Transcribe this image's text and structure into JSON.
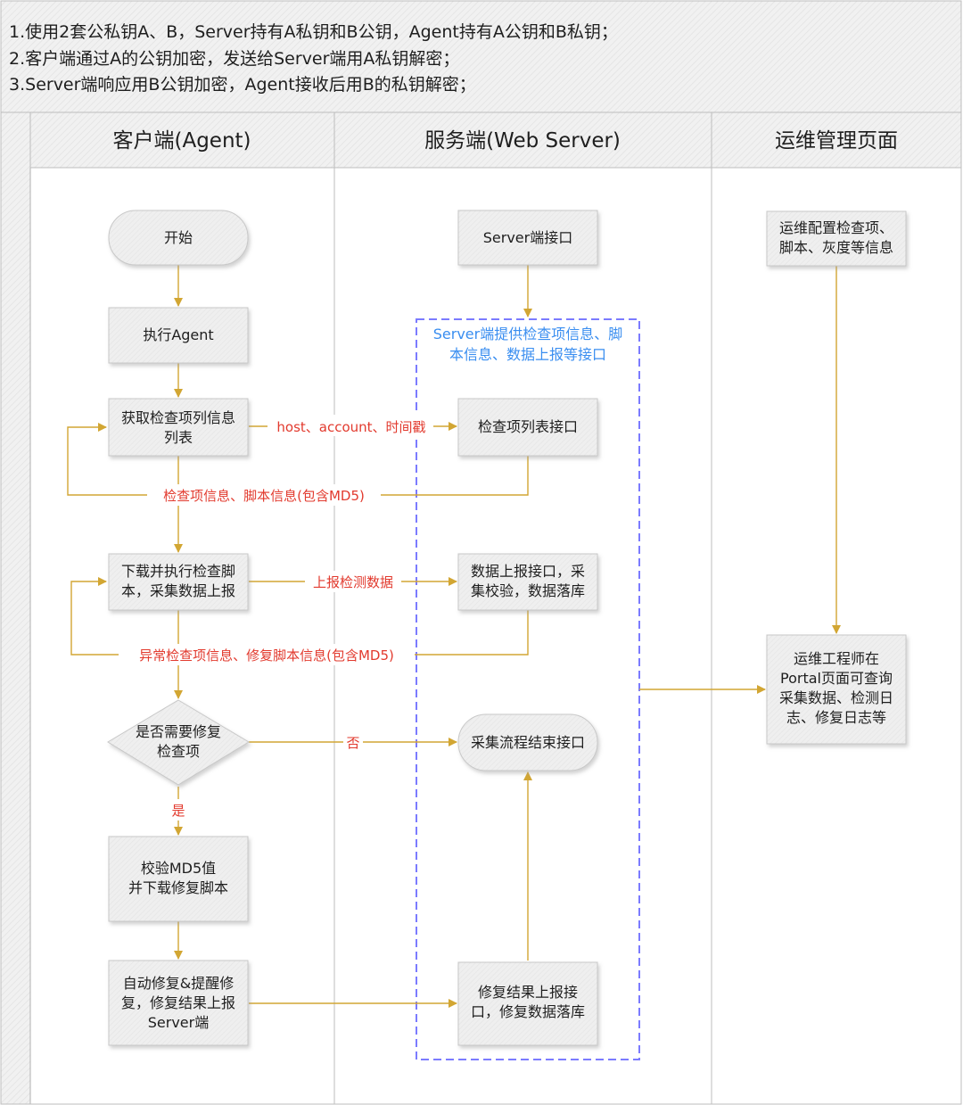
{
  "notes": [
    "1.使用2套公私钥A、B，Server持有A私钥和B公钥，Agent持有A公钥和B私钥；",
    "2.客户端通过A的公钥加密，发送给Server端用A私钥解密；",
    "3.Server端响应用B公钥加密，Agent接收后用B的私钥解密；"
  ],
  "lanes": {
    "agent": "客户端(Agent)",
    "server": "服务端(Web Server)",
    "ops": "运维管理页面"
  },
  "agent": {
    "start": "开始",
    "exec": "执行Agent",
    "fetch": [
      "获取检查项列信息",
      "列表"
    ],
    "download": [
      "下载并执行检查脚",
      "本，采集数据上报"
    ],
    "decision": [
      "是否需要修复",
      "检查项"
    ],
    "verify": [
      "校验MD5值",
      "并下载修复脚本"
    ],
    "repair": [
      "自动修复&提醒修",
      "复，修复结果上报",
      "Server端"
    ]
  },
  "server": {
    "interface": "Server端接口",
    "group_note": [
      "Server端提供检查项信息、脚",
      "本信息、数据上报等接口"
    ],
    "list_api": "检查项列表接口",
    "report_api": [
      "数据上报接口，采",
      "集校验，数据落库"
    ],
    "end_api": "采集流程结束接口",
    "repair_api": [
      "修复结果上报接",
      "口，修复数据落库"
    ]
  },
  "ops": {
    "config": [
      "运维配置检查项、",
      "脚本、灰度等信息"
    ],
    "portal": [
      "运维工程师在",
      "Portal页面可查询",
      "采集数据、检测日",
      "志、修复日志等"
    ]
  },
  "edges": {
    "fetch_request": "host、account、时间戳",
    "fetch_response": "检查项信息、脚本信息(包含MD5)",
    "report_request": "上报检测数据",
    "report_response": "异常检查项信息、修复脚本信息(包含MD5)",
    "no": "否",
    "yes": "是"
  }
}
